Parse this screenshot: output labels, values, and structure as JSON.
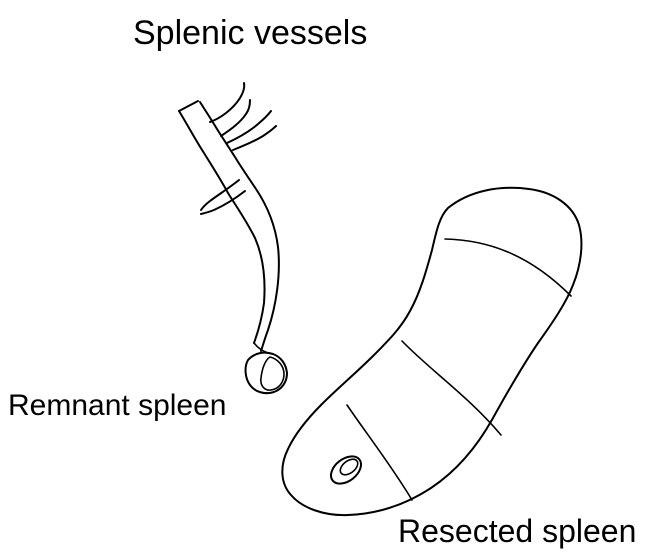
{
  "labels": {
    "top": "Splenic vessels",
    "left": "Remnant spleen",
    "bottom": "Resected spleen"
  }
}
